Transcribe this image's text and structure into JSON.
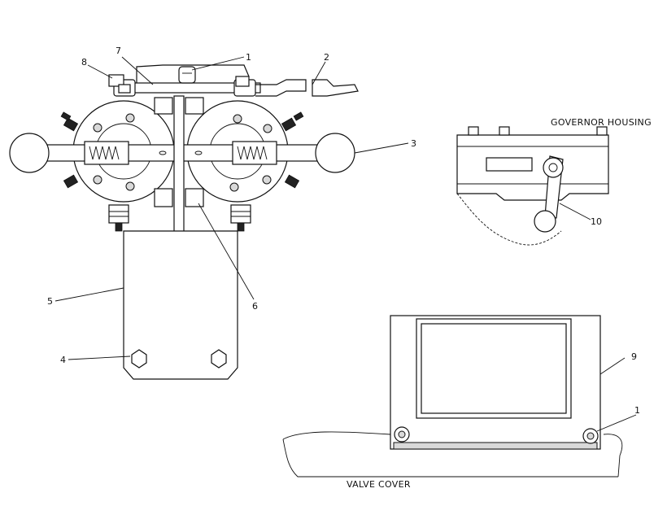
{
  "captions": {
    "governor_housing": "GOVERNOR HOUSING",
    "valve_cover": "VALVE COVER"
  },
  "callouts": {
    "c1_top": "1",
    "c2": "2",
    "c3": "3",
    "c4": "4",
    "c5": "5",
    "c6": "6",
    "c7": "7",
    "c8": "8",
    "c9": "9",
    "c10": "10",
    "c1_bottom": "1"
  }
}
